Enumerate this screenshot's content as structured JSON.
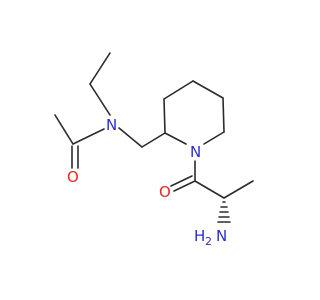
{
  "molecule": {
    "atoms": {
      "oxygen_acetyl": "O",
      "nitrogen_amide": "N",
      "nitrogen_piperidine": "N",
      "oxygen_ketone": "O",
      "amine_h": "H",
      "amine_subscript": "2",
      "amine_n": "N"
    },
    "colors": {
      "bond": "#2b2b2b",
      "oxygen": "#e8281e",
      "nitrogen": "#2c2cd0"
    }
  }
}
